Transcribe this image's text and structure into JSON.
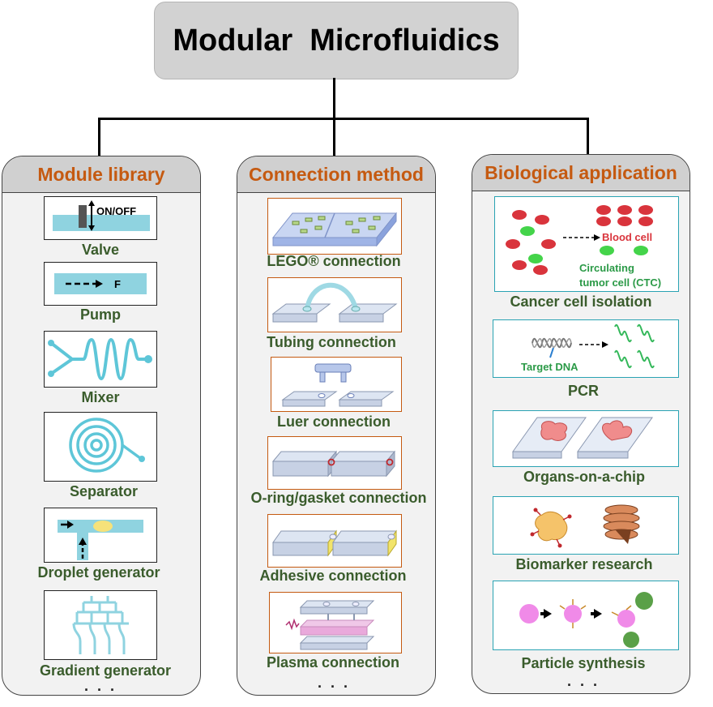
{
  "title": "Modular  Microfluidics",
  "columns": [
    {
      "header": "Module library",
      "items": [
        {
          "label": "Valve",
          "inner_text": "ON/OFF"
        },
        {
          "label": "Pump",
          "inner_text": "F"
        },
        {
          "label": "Mixer"
        },
        {
          "label": "Separator"
        },
        {
          "label": "Droplet generator"
        },
        {
          "label": "Gradient generator"
        }
      ],
      "more": ". . ."
    },
    {
      "header": "Connection method",
      "items": [
        {
          "label": "LEGO® connection"
        },
        {
          "label": "Tubing connection"
        },
        {
          "label": "Luer connection"
        },
        {
          "label": "O-ring/gasket connection"
        },
        {
          "label": "Adhesive connection"
        },
        {
          "label": "Plasma connection"
        }
      ],
      "more": ". . ."
    },
    {
      "header": "Biological application",
      "items": [
        {
          "label": "Cancer cell isolation",
          "annot_1": "Blood cell",
          "annot_2": "Circulating",
          "annot_3": "tumor cell (CTC)"
        },
        {
          "label": "PCR",
          "annot_1": "Target DNA"
        },
        {
          "label": "Organs-on-a-chip"
        },
        {
          "label": "Biomarker research"
        },
        {
          "label": "Particle synthesis"
        }
      ],
      "more": ". . ."
    }
  ],
  "colors": {
    "header_text": "#c55a11",
    "label_text": "#3a5c2c",
    "channel": "#8fd3e0",
    "connection_border": "#c55a11",
    "application_border": "#2aa3b3"
  }
}
